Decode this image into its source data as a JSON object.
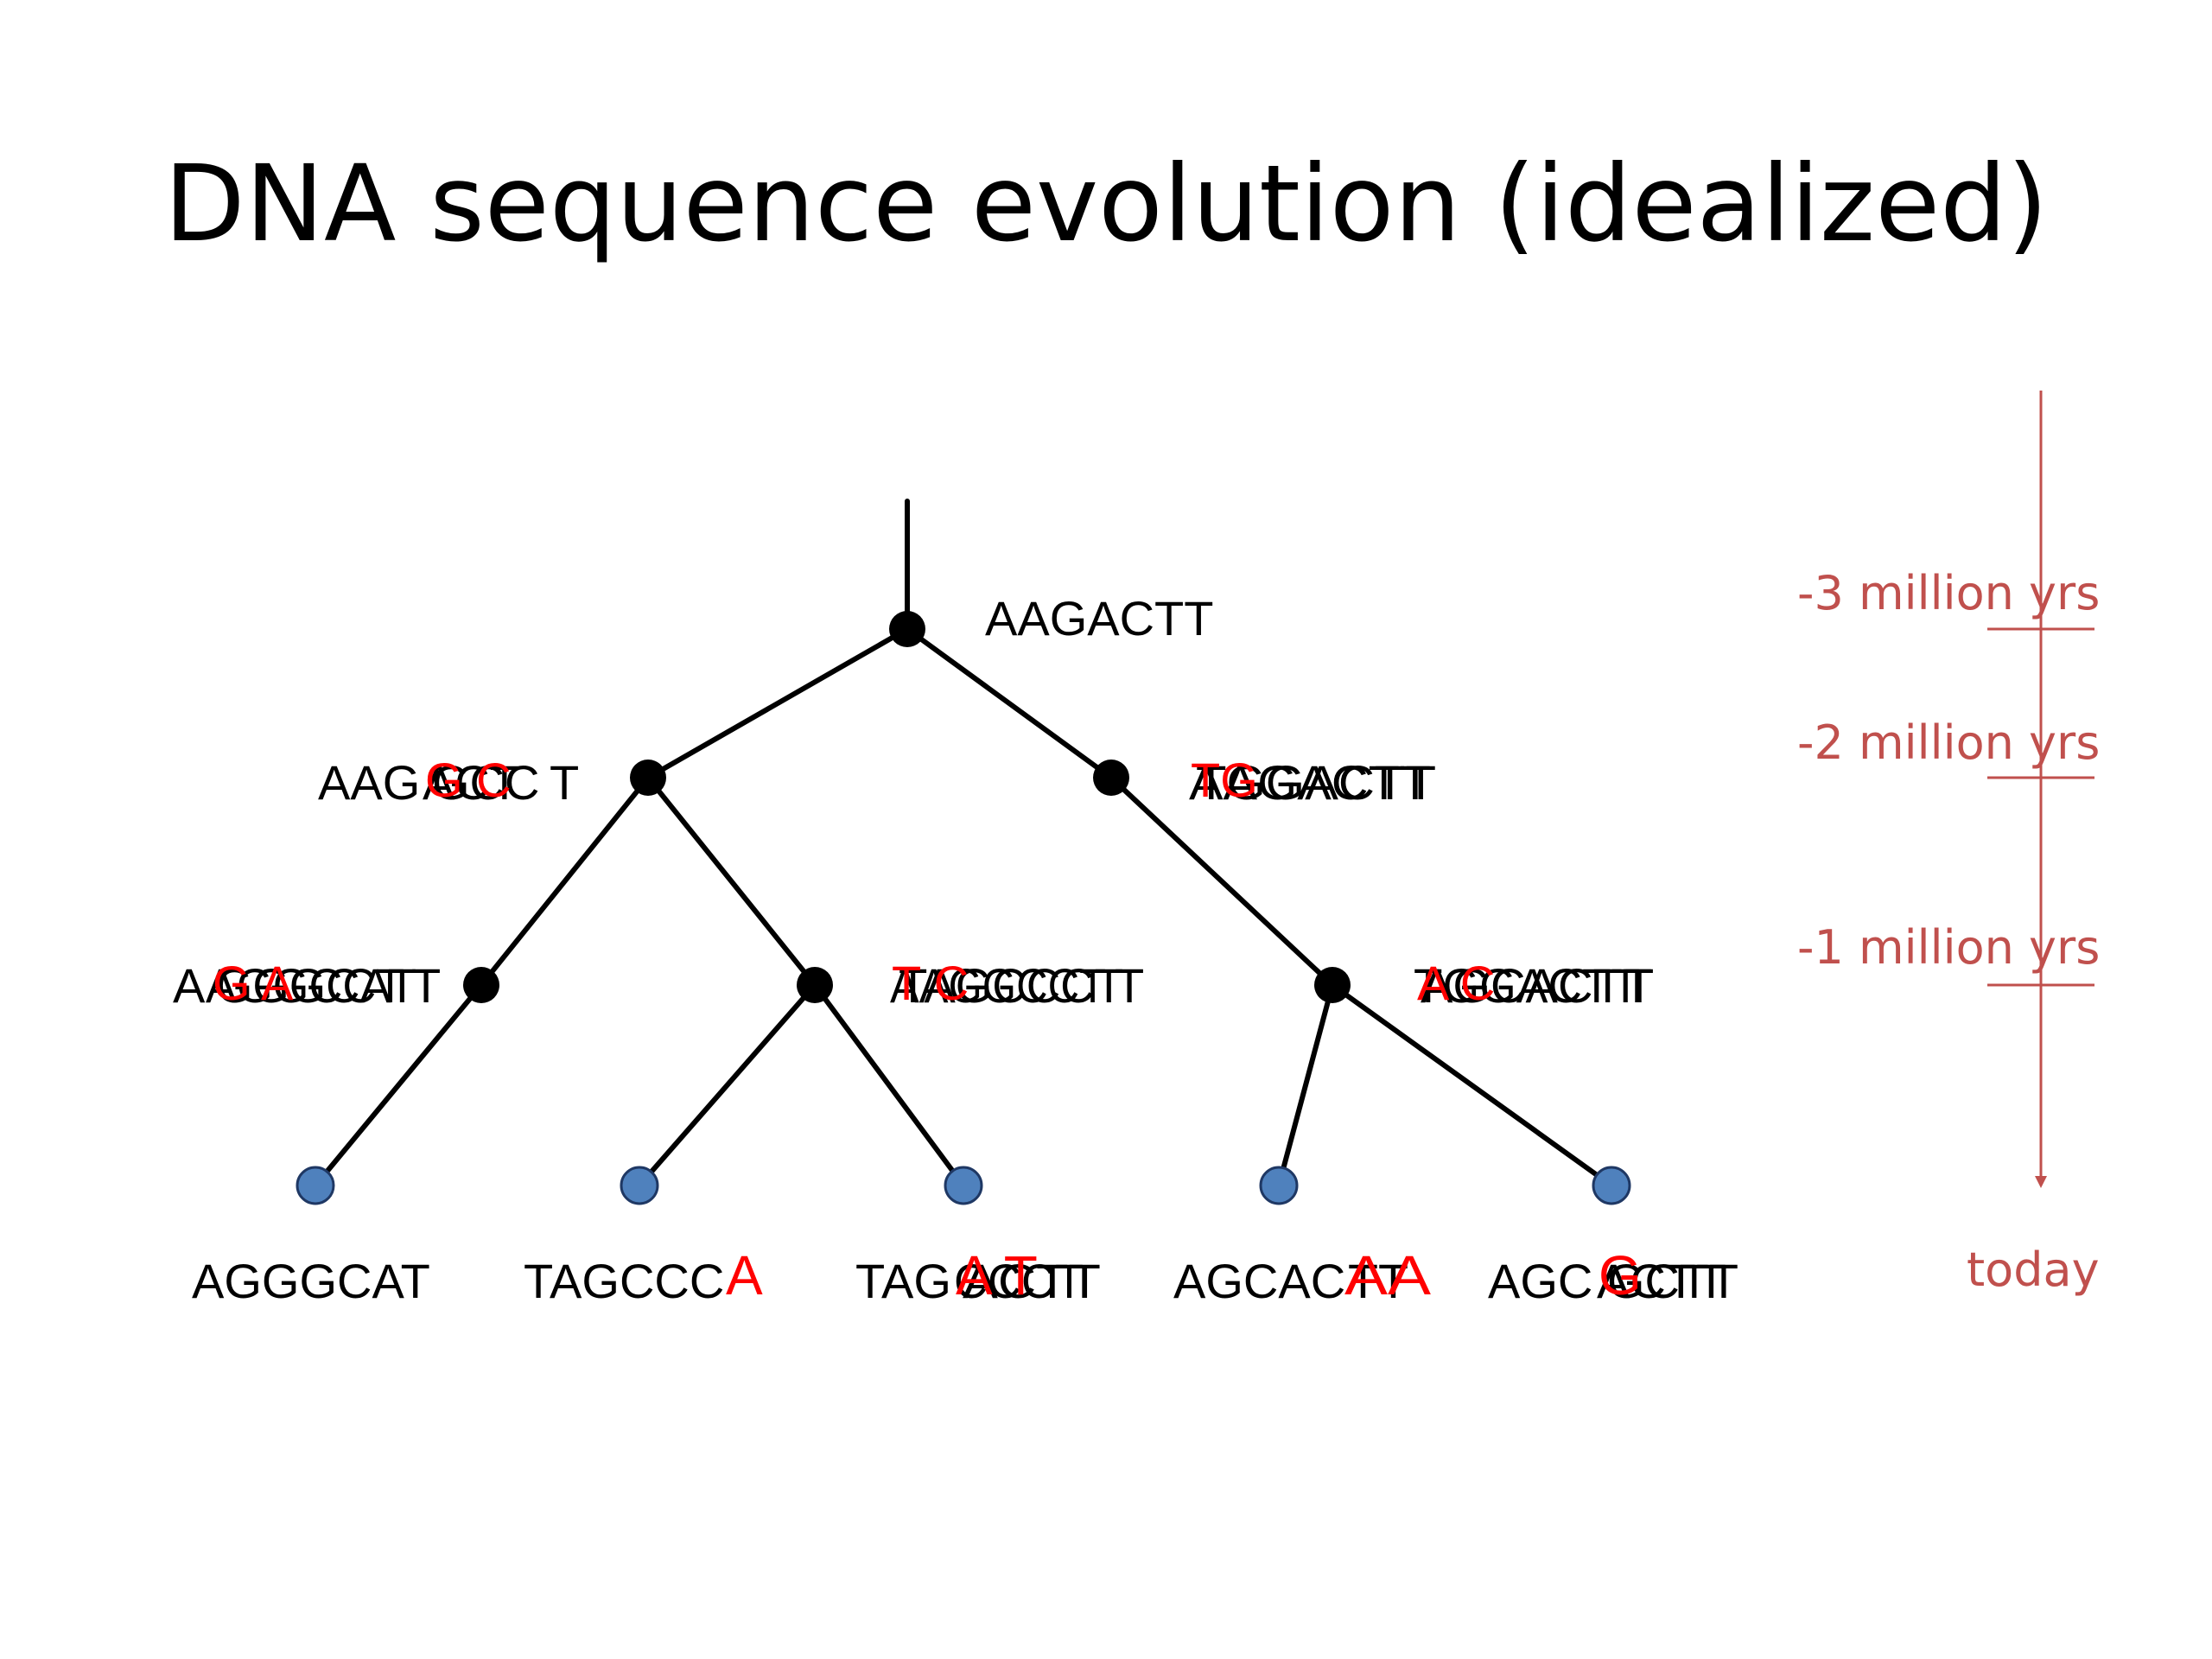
{
  "title": "DNA sequence evolution (idealized)",
  "colors": {
    "branch": "#000000",
    "internal_node": "#000000",
    "leaf_node": "#4f81bd",
    "leaf_stroke": "#1f3864",
    "mutation": "#ff0000",
    "timeline": "#c0504d"
  },
  "tree": {
    "root": {
      "sequence": "AAGACTT"
    },
    "internal": [
      {
        "id": "n-left",
        "base": "AAG",
        "overlap_a": "ACT",
        "overlap_b": "GCC",
        "tail": "T",
        "mutations": "G C"
      },
      {
        "id": "n-right",
        "base": "",
        "overlap_a": "AAGACTT",
        "overlap_b": "TGGACTT",
        "tail": "",
        "mutations": "TG"
      },
      {
        "id": "n-ll",
        "base": "A",
        "overlap_a": "AGGCCT",
        "overlap_b": "GGGCAT",
        "tail": "T",
        "mutations": "G A"
      },
      {
        "id": "n-lr",
        "base": "",
        "overlap_a": "AAGGCCT",
        "overlap_b": "TAGCCCT",
        "tail": "T",
        "mutations": "T C"
      },
      {
        "id": "n-rr",
        "base": "",
        "overlap_a": "TGGACTT",
        "overlap_b": "AGCACTT",
        "tail": "T",
        "mutations": "A C"
      }
    ],
    "leaves": [
      {
        "sequence": "AGGGCAT",
        "overlap": "",
        "mutations": ""
      },
      {
        "sequence": "TAGCCC",
        "overlap": "",
        "mutations": "A"
      },
      {
        "sequence": "TAG",
        "overlap": "CCCT",
        "tail": "ACTT",
        "mutations": "A T"
      },
      {
        "sequence": "AGCAC",
        "overlap": "TT",
        "mutations": "AA"
      },
      {
        "sequence": "AGC",
        "overlap": "ACTT",
        "tail": "GCTT",
        "mutations": "G"
      }
    ]
  },
  "timeline": {
    "labels": [
      "-3 million yrs",
      "-2 million yrs",
      "-1 million yrs"
    ],
    "end_label": "today"
  }
}
